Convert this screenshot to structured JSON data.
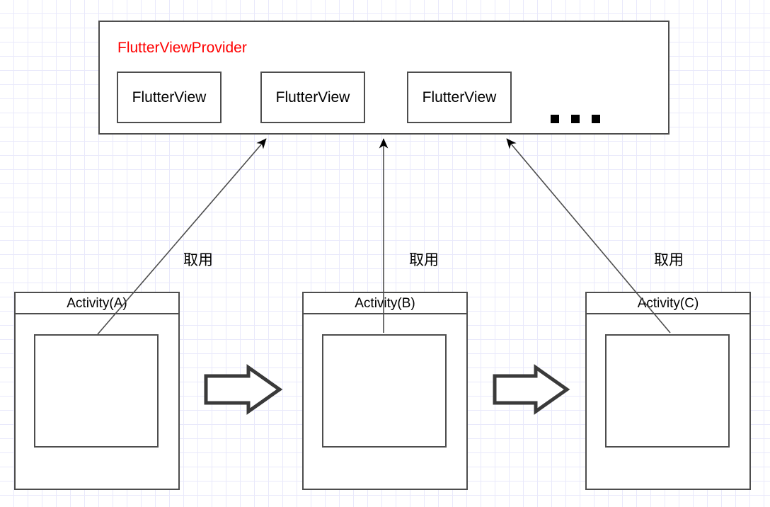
{
  "diagram": {
    "title": "FlutterViewProvider architecture",
    "background": {
      "grid": "20px light lavender graph grid",
      "grid_color": "#e9e9fb",
      "page_color": "#ffffff"
    },
    "provider": {
      "title": "FlutterViewProvider",
      "title_color": "#ff0000",
      "border_color": "#4d4d4d",
      "views": [
        {
          "label": "FlutterView"
        },
        {
          "label": "FlutterView"
        },
        {
          "label": "FlutterView"
        }
      ],
      "ellipsis": "...",
      "ellipsis_dot_count": 3
    },
    "activities": [
      {
        "title": "Activity(A)"
      },
      {
        "title": "Activity(B)"
      },
      {
        "title": "Activity(C)"
      }
    ],
    "connectors": [
      {
        "label": "取用",
        "from": "Activity(A)",
        "to": "FlutterView 1",
        "style": "thin-diagonal-arrow"
      },
      {
        "label": "取用",
        "from": "Activity(B)",
        "to": "FlutterView 2",
        "style": "thin-vertical-arrow"
      },
      {
        "label": "取用",
        "from": "Activity(C)",
        "to": "FlutterView 3",
        "style": "thin-diagonal-arrow"
      }
    ],
    "flow_arrows": [
      {
        "from": "Activity(A)",
        "to": "Activity(B)",
        "style": "block-arrow-right"
      },
      {
        "from": "Activity(B)",
        "to": "Activity(C)",
        "style": "block-arrow-right"
      }
    ],
    "line_color": "#4d4d4d",
    "arrow_fill": "#000000"
  }
}
